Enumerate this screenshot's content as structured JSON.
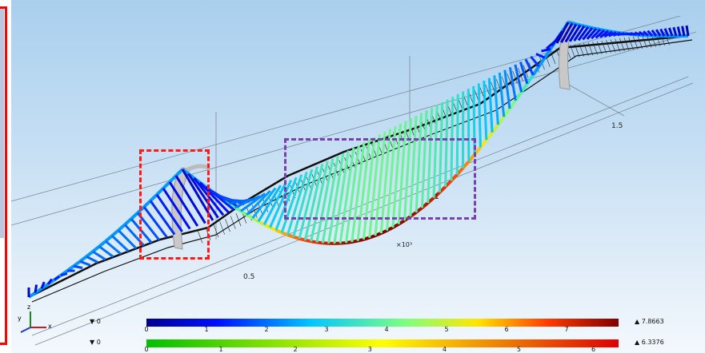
{
  "colorbars": [
    {
      "min": "▼ 0",
      "max": "▲ 7.8663",
      "ticks": [
        "0",
        "1",
        "2",
        "3",
        "4",
        "5",
        "6",
        "7"
      ],
      "palette": "rainbow"
    },
    {
      "min": "▼ 0",
      "max": "▲ 6.3376",
      "ticks": [
        "0",
        "1",
        "2",
        "3",
        "4",
        "5",
        "6"
      ],
      "palette": "traffic"
    }
  ],
  "axis": {
    "labels": [
      "0.5",
      "1",
      "1.5"
    ],
    "scale_label": "×10³",
    "triad": {
      "z": "z",
      "y": "y",
      "x": "x"
    }
  },
  "colors": {
    "highlight_red": "#ff1a1a",
    "highlight_purple": "#7b3fb0",
    "deck": "#111111"
  }
}
